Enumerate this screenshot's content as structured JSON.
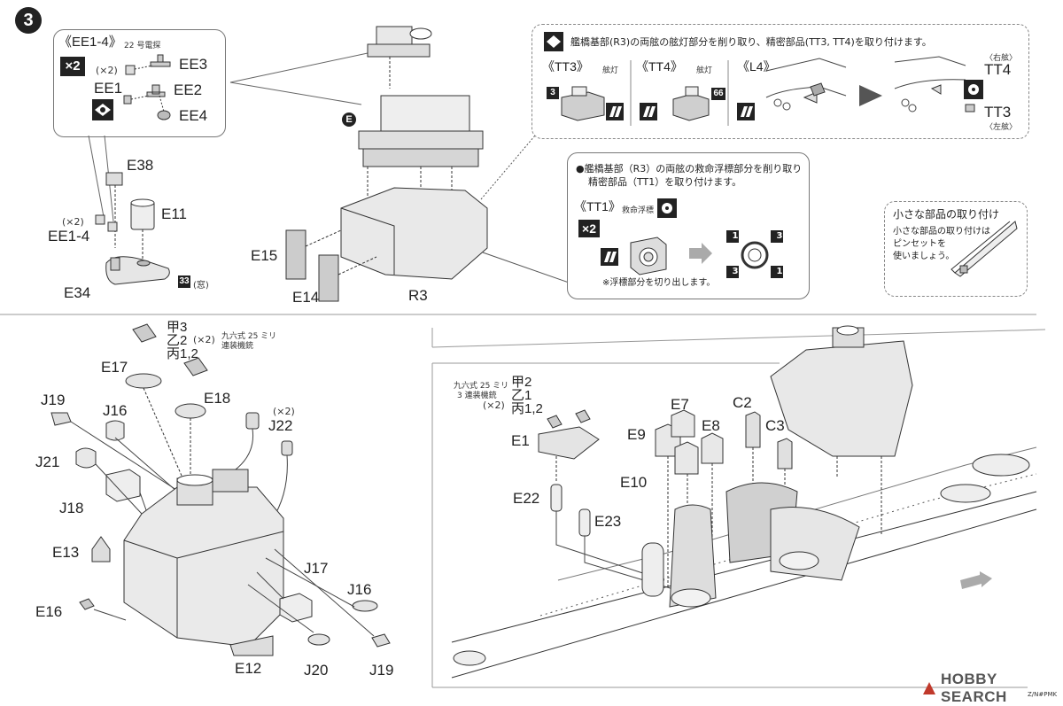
{
  "step": {
    "number": "3"
  },
  "ee_box": {
    "title": "《EE1-4》",
    "subtitle": "22 号電探",
    "qty_badge": "×2",
    "note_x2": "(×2)",
    "labels": {
      "ee3": "EE3",
      "ee1": "EE1",
      "ee2": "EE2",
      "ee4": "EE4"
    }
  },
  "top_left_parts": {
    "e38": "E38",
    "e11": "E11",
    "x2": "(×2)",
    "ee1_4": "EE1-4",
    "e34": "E34",
    "win_num": "33",
    "win_label": "(窓)"
  },
  "bridge": {
    "e_marker": "E",
    "e15": "E15",
    "e14": "E14",
    "r3": "R3"
  },
  "nav_box": {
    "instruction": "艦橋基部(R3)の両舷の舷灯部分を削り取り、精密部品(TT3, TT4)を取り付けます。",
    "tt3": "《TT3》",
    "tt3_sub": "舷灯",
    "tt4": "《TT4》",
    "tt4_sub": "舷灯",
    "l4": "《L4》",
    "num_3": "3",
    "num_66": "66",
    "right_starboard": "〈右舷〉",
    "tt4_label": "TT4",
    "tt3_label": "TT3",
    "left_port": "〈左舷〉"
  },
  "buoy_box": {
    "instruction_line1": "●艦橋基部（R3）の両舷の救命浮標部分を削り取り",
    "instruction_line2": "精密部品（TT1）を取り付けます。",
    "tt1": "《TT1》",
    "tt1_sub": "救命浮標",
    "qty_badge": "×2",
    "cut_note": "※浮標部分を切り出します。",
    "nums": [
      "1",
      "3",
      "3",
      "1"
    ]
  },
  "tip_box": {
    "title": "小さな部品の取り付け",
    "line1": "小さな部品の取り付けは",
    "line2": "ピンセットを",
    "line3": "使いましょう。"
  },
  "lower_left": {
    "ko3": "甲3",
    "otsu2": "乙2",
    "hei12": "丙1,2",
    "x2a": "(×2)",
    "aa_label1": "九六式 25 ミリ",
    "aa_label2": "連装機銃",
    "e17": "E17",
    "e18": "E18",
    "j19a": "J19",
    "j16a": "J16",
    "x2b": "(×2)",
    "j22": "J22",
    "j21": "J21",
    "j18": "J18",
    "e13": "E13",
    "j17": "J17",
    "j16b": "J16",
    "e16": "E16",
    "e12": "E12",
    "j20": "J20",
    "j19b": "J19"
  },
  "lower_right": {
    "aa_label1": "九六式 25 ミリ",
    "aa_label2": "3 連装機銃",
    "ko2": "甲2",
    "otsu1": "乙1",
    "x2": "(×2)",
    "hei12": "丙1,2",
    "e1": "E1",
    "e22": "E22",
    "e23": "E23",
    "e7": "E7",
    "e9": "E9",
    "e8": "E8",
    "c2": "C2",
    "c3": "C3",
    "e10": "E10"
  },
  "watermark": {
    "brand": "HOBBY SEARCH",
    "code": "Z/N#PMK"
  }
}
